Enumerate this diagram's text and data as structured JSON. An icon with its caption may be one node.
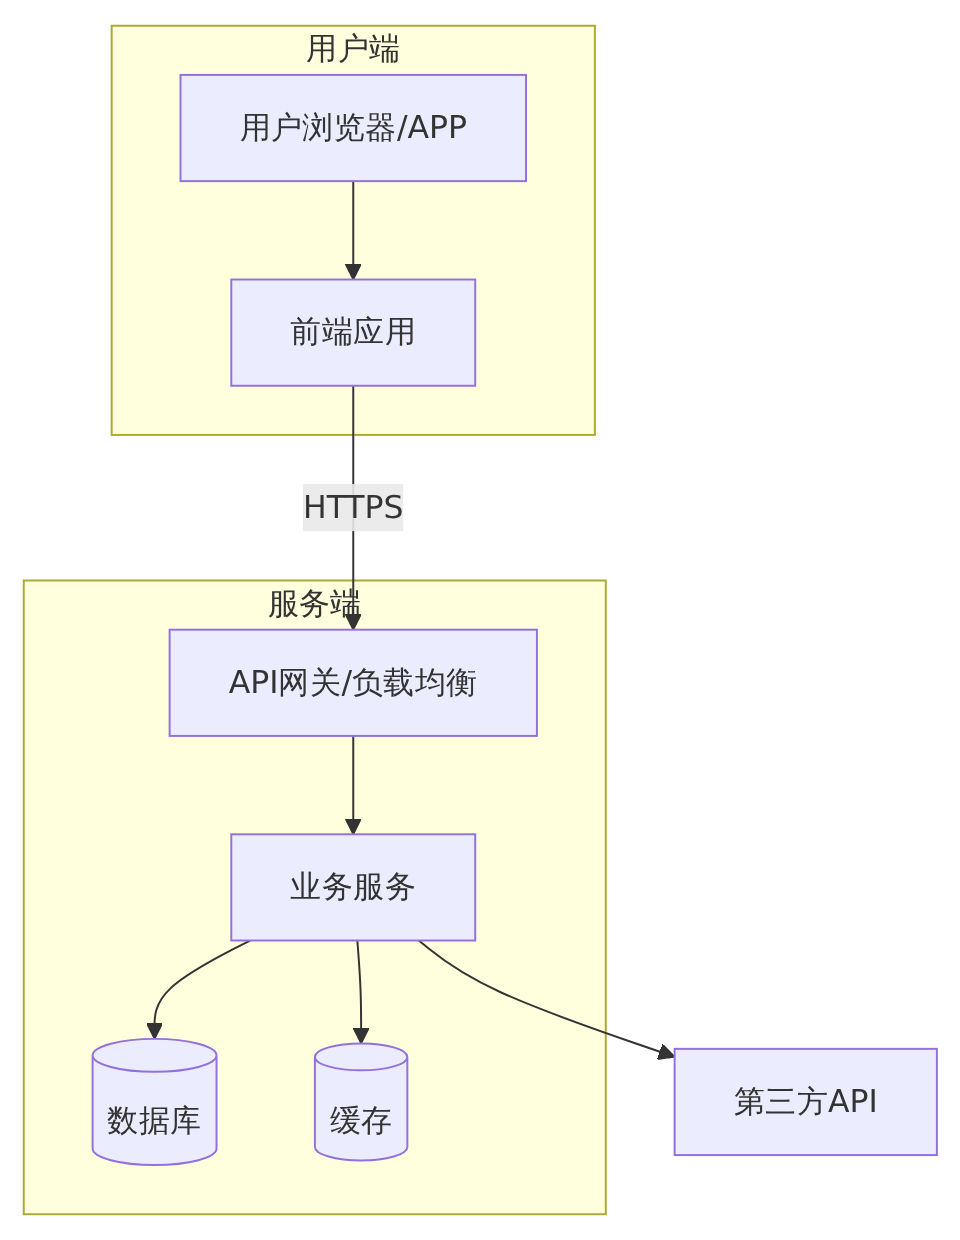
{
  "diagram": {
    "nodes": [
      {
        "text": [
          "用户端"
        ]
      },
      {
        "text": [
          "用户浏览器/APP"
        ],
        "in": 0
      },
      {
        "text": [
          "前端应用"
        ],
        "in": 0
      },
      {
        "text": [
          "服务端"
        ]
      },
      {
        "text": [
          "API网关/负载均衡"
        ],
        "in": 3
      },
      {
        "text": [
          "业务服务"
        ],
        "in": 3
      },
      {
        "text": [
          "数据库"
        ],
        "in": 3
      },
      {
        "text": [
          "缓存"
        ],
        "in": 3
      },
      {
        "text": [
          "第三方API"
        ]
      }
    ],
    "edges": [
      {
        "from": 1,
        "to": 2,
        "arrow": "to"
      },
      {
        "from": 2,
        "to": 4,
        "arrow": "to",
        "label": "HTTPS"
      },
      {
        "from": 4,
        "to": 5,
        "arrow": "to"
      },
      {
        "from": 5,
        "to": 6,
        "arrow": "to"
      },
      {
        "from": 5,
        "to": 7,
        "arrow": "to"
      },
      {
        "from": 5,
        "to": 8,
        "arrow": "to"
      }
    ]
  }
}
